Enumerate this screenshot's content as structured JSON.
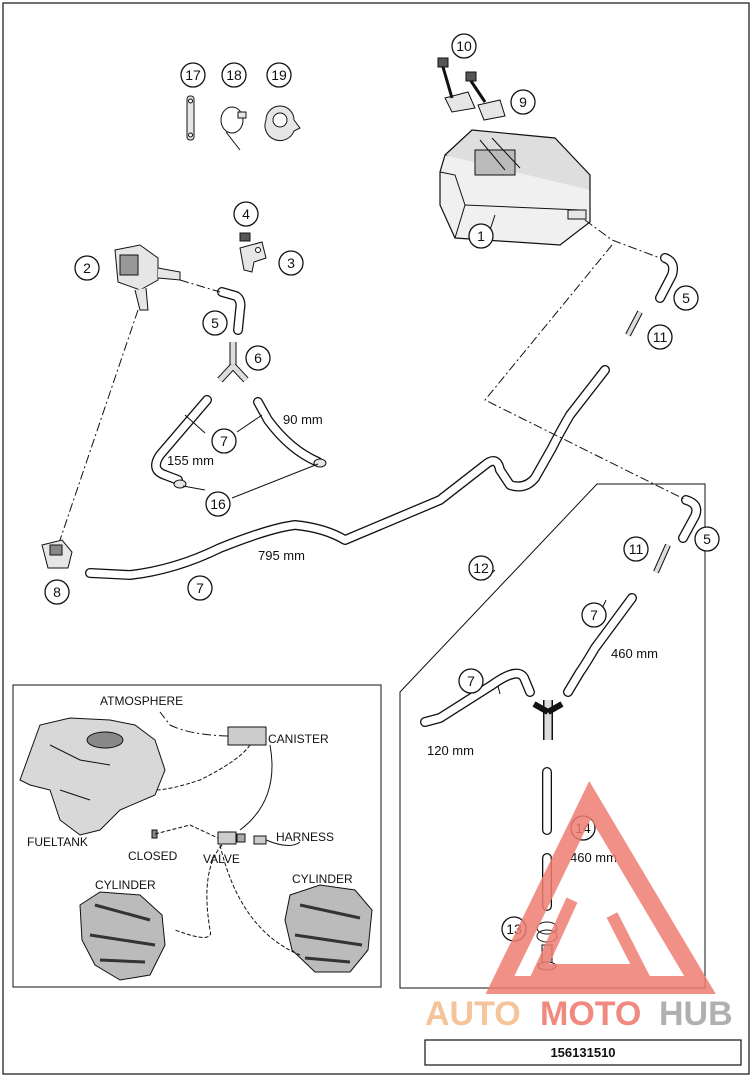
{
  "diagram": {
    "callouts": [
      {
        "id": "c17",
        "label": "17"
      },
      {
        "id": "c18",
        "label": "18"
      },
      {
        "id": "c19",
        "label": "19"
      },
      {
        "id": "c10",
        "label": "10"
      },
      {
        "id": "c9",
        "label": "9"
      },
      {
        "id": "c1",
        "label": "1"
      },
      {
        "id": "c4",
        "label": "4"
      },
      {
        "id": "c3",
        "label": "3"
      },
      {
        "id": "c2",
        "label": "2"
      },
      {
        "id": "c5a",
        "label": "5"
      },
      {
        "id": "c5b",
        "label": "5"
      },
      {
        "id": "c6",
        "label": "6"
      },
      {
        "id": "c11a",
        "label": "11"
      },
      {
        "id": "c7a",
        "label": "7"
      },
      {
        "id": "c16",
        "label": "16"
      },
      {
        "id": "c8",
        "label": "8"
      },
      {
        "id": "c7b",
        "label": "7"
      },
      {
        "id": "c12",
        "label": "12"
      },
      {
        "id": "c5c",
        "label": "5"
      },
      {
        "id": "c11b",
        "label": "11"
      },
      {
        "id": "c7c",
        "label": "7"
      },
      {
        "id": "c7d",
        "label": "7"
      },
      {
        "id": "c14",
        "label": "14"
      },
      {
        "id": "c13",
        "label": "13"
      }
    ],
    "dimensions": {
      "d90": "90 mm",
      "d155": "155 mm",
      "d795": "795 mm",
      "d460a": "460 mm",
      "d120": "120 mm",
      "d460b": "460 mm"
    },
    "schematic": {
      "atmosphere": "ATMOSPHERE",
      "canister": "CANISTER",
      "fueltank": "FUELTANK",
      "closed": "CLOSED",
      "valve": "VALVE",
      "harness": "HARNESS",
      "cylinder_left": "CYLINDER",
      "cylinder_right": "CYLINDER"
    },
    "watermark": {
      "auto": "AUTO",
      "moto": "MOTO",
      "hub": "HUB",
      "color_auto": "#f5c49a",
      "color_moto": "#f08a80",
      "color_hub": "#b0b0b0"
    },
    "part_number": "156131510"
  }
}
